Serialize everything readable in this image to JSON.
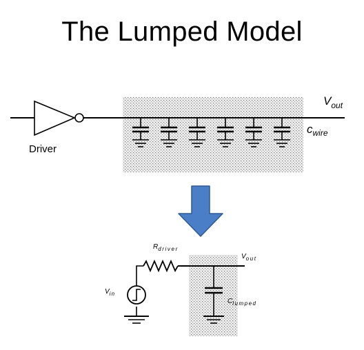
{
  "slide": {
    "title": "The Lumped Model"
  },
  "top_circuit": {
    "driver_label": "Driver",
    "vout_main": "V",
    "vout_sub": "out",
    "cwire_main": "c",
    "cwire_sub": "wire"
  },
  "bottom_circuit": {
    "rdriver_main": "R",
    "rdriver_sub": "driver",
    "vin_main": "V",
    "vin_sub": "in",
    "vout_main": "V",
    "vout_sub": "out",
    "clumped_main": "C",
    "clumped_sub": "lumped"
  },
  "colors": {
    "arrow_fill": "#4a7ec7",
    "arrow_stroke": "#2e5a94",
    "shade_dots": "#7a7a7a",
    "shade_bg": "#ececec"
  }
}
